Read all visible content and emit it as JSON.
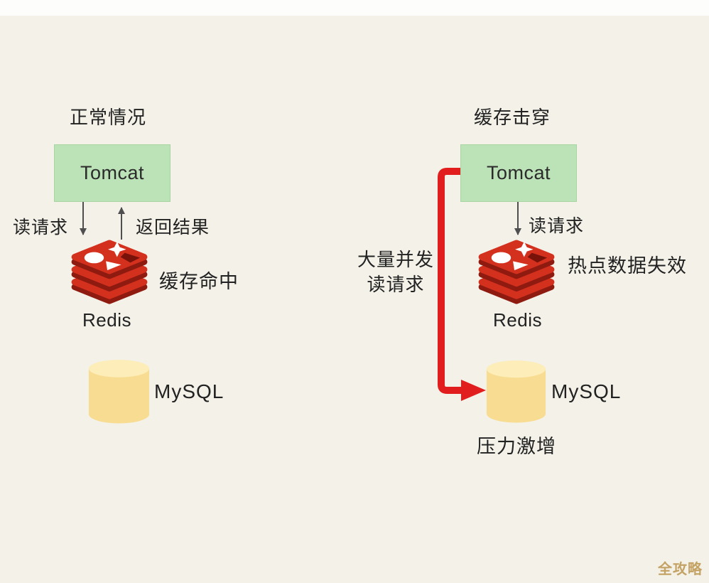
{
  "diagram": {
    "left": {
      "title": "正常情况",
      "tomcat": "Tomcat",
      "read_request": "读请求",
      "return_result": "返回结果",
      "cache_hit": "缓存命中",
      "redis": "Redis",
      "mysql": "MySQL"
    },
    "right": {
      "title": "缓存击穿",
      "tomcat": "Tomcat",
      "read_request": "读请求",
      "hot_data_invalid": "热点数据失效",
      "mass_concurrent_line1": "大量并发",
      "mass_concurrent_line2": "读请求",
      "redis": "Redis",
      "mysql": "MySQL",
      "pressure_surge": "压力激增"
    },
    "watermark": "全攻略",
    "colors": {
      "background": "#f3f1e8",
      "tomcat_fill": "#bce2b7",
      "tomcat_border": "#a9d5a3",
      "redis_red": "#d3301e",
      "redis_dark": "#8e1a10",
      "redis_deco_dark": "#791309",
      "mysql_body": "#f8dc92",
      "mysql_top": "#fcedb9",
      "red_arrow": "#e21d1d",
      "gray_arrow": "#4f4f4f",
      "text_color": "#222222",
      "watermark_color": "#bf9a55"
    }
  }
}
